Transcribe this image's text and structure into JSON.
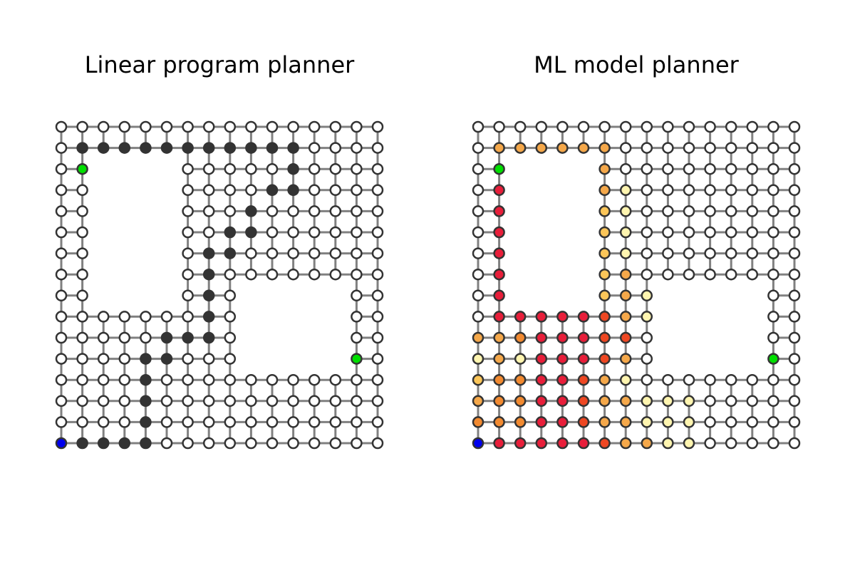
{
  "panels": [
    {
      "title": "Linear program planner",
      "rows": [
        "OOOOOOOOOOOOOOOO",
        "OKKKKKKKKKKKOOOO",
        "OG....OOOOOKOOOO",
        "OO....OOOOKKOOOO",
        "OO....OOOKOOOOOO",
        "OO....OOKKOOOOOO",
        "OO....OKKOOOOOOO",
        "OO....OKOOOOOOOO",
        "OO....OKO.....OO",
        "OOOOOOOKO.....OO",
        "OOOOOKKKO.....OO",
        "OOOOKKOOO.....GO",
        "OOOOKOOOOOOOOOOO",
        "OOOOKOOOOOOOOOOO",
        "OOOOKOOOOOOOOOOO",
        "BKKKKOOOOOOOOOOO"
      ]
    },
    {
      "title": "ML model planner",
      "rows": [
        "OOOOOOOOOOOOOOOO",
        "OaaaaaaOOOOOOOOO",
        "OG....aOOOOOOOOO",
        "Or....ayOOOOOOOO",
        "Or....byOOOOOOOO",
        "Or....byOOOOOOOO",
        "Or....byOOOOOOOO",
        "Or....baOOOOOOOO",
        "Or....bay.....OO",
        "Orrrrrsay.....OO",
        "aaorrrssO.....OO",
        "yayrrrsaO.....GO",
        "boorrsayOOOOOOOO",
        "aoorrsaayyyOOOOO",
        "ooorrsaayyyOOOOO",
        "BrrrrrsaayyOOOOO"
      ]
    }
  ],
  "node_styles": {
    "O": {
      "fill": "#ffffff",
      "stroke": "#333333"
    },
    "K": {
      "fill": "#333333",
      "stroke": "#333333"
    },
    "G": {
      "fill": "#00e000",
      "stroke": "#333333"
    },
    "B": {
      "fill": "#0000ee",
      "stroke": "#333333"
    },
    "a": {
      "fill": "#f5a84a",
      "stroke": "#333333"
    },
    "b": {
      "fill": "#fcc659",
      "stroke": "#333333"
    },
    "y": {
      "fill": "#fff5b0",
      "stroke": "#333333"
    },
    "o": {
      "fill": "#f28a30",
      "stroke": "#333333"
    },
    "s": {
      "fill": "#ee4722",
      "stroke": "#333333"
    },
    "r": {
      "fill": "#e81e3a",
      "stroke": "#333333"
    }
  },
  "edge_color": "#808080"
}
